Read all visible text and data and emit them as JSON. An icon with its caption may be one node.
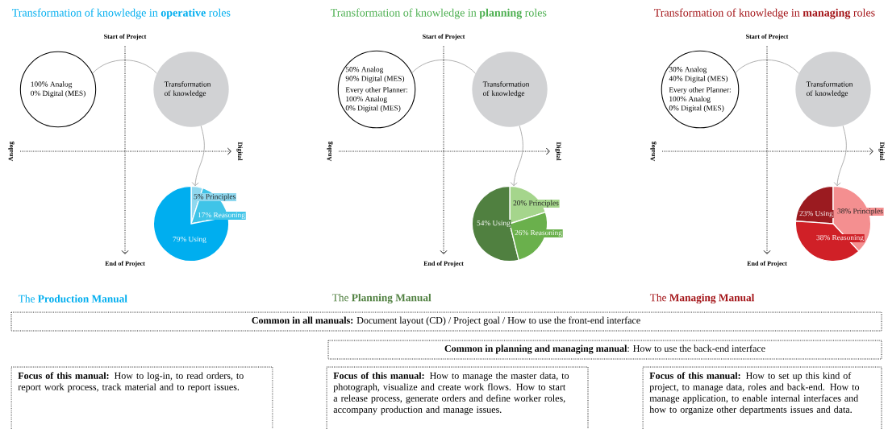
{
  "diagram": {
    "nodes": [
      {
        "text": [
          "100% Analog",
          "0% Digital (MES)"
        ]
      },
      {
        "text": [
          "Transformation of knowledge"
        ]
      },
      {
        "text": [
          "5% Principles",
          "17% Reasoning",
          "79% Using"
        ]
      },
      {
        "text": [
          "50% Analog",
          "90% Digital (MES)",
          "Every other Planner:",
          "100% Analog",
          "0% Digital (MES)"
        ]
      },
      {
        "text": [
          "Transformation of knowledge"
        ]
      },
      {
        "text": [
          "20% Principles",
          "54% Using",
          "26% Reasoning"
        ]
      },
      {
        "text": [
          "30% Analog",
          "40% Digital (MES)",
          "Every other Planner:",
          "100% Analog",
          "0% Digital (MES)"
        ]
      },
      {
        "text": [
          "Transformation of knowledge"
        ]
      },
      {
        "text": [
          "23% Using",
          "38% Principles",
          "38% Reasoning"
        ]
      },
      {
        "text": [
          "**Common in all manuals:** Document layout (CD) / Project goal / How to use the front-end interface"
        ]
      },
      {
        "text": [
          "**Common in planning and managing manual**: How to use the back-end interface"
        ]
      },
      {
        "text": [
          "**Focus of this manual:** How to log-in, to read orders, to report work process, track material and to report issues."
        ]
      },
      {
        "text": [
          "**Focus of this manual:** How to manage the master data, to photograph, visualize and create work flows. How to start a release process, generate orders and define worker roles, accompany production and manage issues."
        ]
      },
      {
        "text": [
          "**Focus of this manual:** How to set up this kind of project, to manage data, roles and back-end. How to manage application, to enable internal interfaces and how to organize other departments issues and data."
        ]
      }
    ],
    "edges": [
      {
        "from": 0,
        "to": 1,
        "arrow": "none"
      },
      {
        "from": 1,
        "to": 2,
        "arrow": "to"
      },
      {
        "from": 3,
        "to": 4,
        "arrow": "none"
      },
      {
        "from": 4,
        "to": 5,
        "arrow": "to"
      },
      {
        "from": 6,
        "to": 7,
        "arrow": "none"
      },
      {
        "from": 7,
        "to": 8,
        "arrow": "to"
      }
    ],
    "labels": [
      "Transformation of knowledge in **operative** roles",
      "Transformation of knowledge in **planning** roles",
      "Transformation of knowledge in **managing** roles",
      "Start of Project",
      "Analog",
      "Digital",
      "End of Project",
      "Start of Project",
      "Analog",
      "Digital",
      "End of Project",
      "Start of Project",
      "Analog",
      "Digital",
      "End of Project",
      "The **Production Manual**",
      "The **Planning Manual**",
      "The **Managing Manual**"
    ]
  }
}
